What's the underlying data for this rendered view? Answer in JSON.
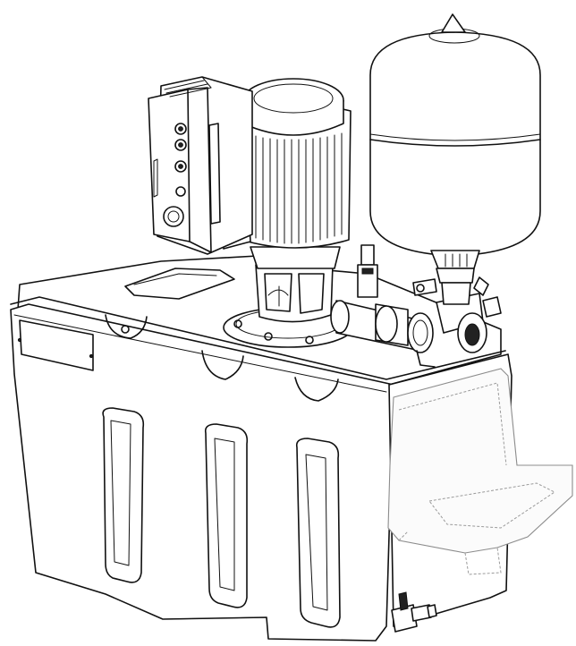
{
  "figure": {
    "components": [
      {
        "name": "tank",
        "icon": "water-tank-icon"
      },
      {
        "name": "pump-motor",
        "icon": "electric-motor-icon"
      },
      {
        "name": "controller",
        "icon": "control-box-icon"
      },
      {
        "name": "pressure-vessel",
        "icon": "expansion-vessel-icon"
      },
      {
        "name": "valve-manifold",
        "icon": "valve-icon"
      },
      {
        "name": "drain-tap",
        "icon": "tap-icon"
      },
      {
        "name": "basin",
        "icon": "basin-icon"
      }
    ],
    "colors": {
      "line": "#111111",
      "ghost": "#9a9a9a",
      "background": "#ffffff"
    }
  }
}
